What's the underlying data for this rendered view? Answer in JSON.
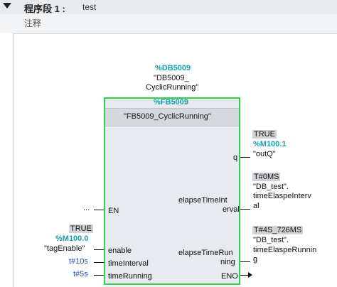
{
  "segment": {
    "title": "程序段 1 :",
    "name": "test",
    "comment_placeholder": "注释"
  },
  "instance": {
    "db_address": "%DB5009",
    "db_name_line1": "\"DB5009_",
    "db_name_line2": "CyclicRunning\""
  },
  "block": {
    "fb_address": "%FB5009",
    "fb_name": "\"FB5009_CyclicRunning\""
  },
  "inputs": {
    "en": {
      "label": "EN",
      "value": "..."
    },
    "enable": {
      "label": "enable",
      "status": "TRUE",
      "address": "%M100.0",
      "tag": "\"tagEnable\""
    },
    "time_interval": {
      "label": "timeInterval",
      "value": "t#10s"
    },
    "time_running": {
      "label": "timeRunning",
      "value": "t#5s"
    }
  },
  "outputs": {
    "q": {
      "label": "q",
      "status": "TRUE",
      "address": "%M100.1",
      "tag": "\"outQ\""
    },
    "elapse_interval": {
      "label_line1": "elapseTimeInt",
      "label_line2": "erval",
      "status": "T#0MS",
      "tag_line1": "\"DB_test\".",
      "tag_line2": "timeElaspeInterv",
      "tag_line3": "al"
    },
    "elapse_running": {
      "label_line1": "elapseTimeRun",
      "label_line2": "ning",
      "status": "T#4S_726MS",
      "tag_line1": "\"DB_test\".",
      "tag_line2": "timeElaspeRunnin",
      "tag_line3": "g"
    },
    "eno": {
      "label": "ENO"
    }
  },
  "colors": {
    "block_border": "#33d04a",
    "address_teal": "#15a0b3",
    "constant_blue": "#1e4fcf",
    "status_gray": "#cfd2d6"
  }
}
